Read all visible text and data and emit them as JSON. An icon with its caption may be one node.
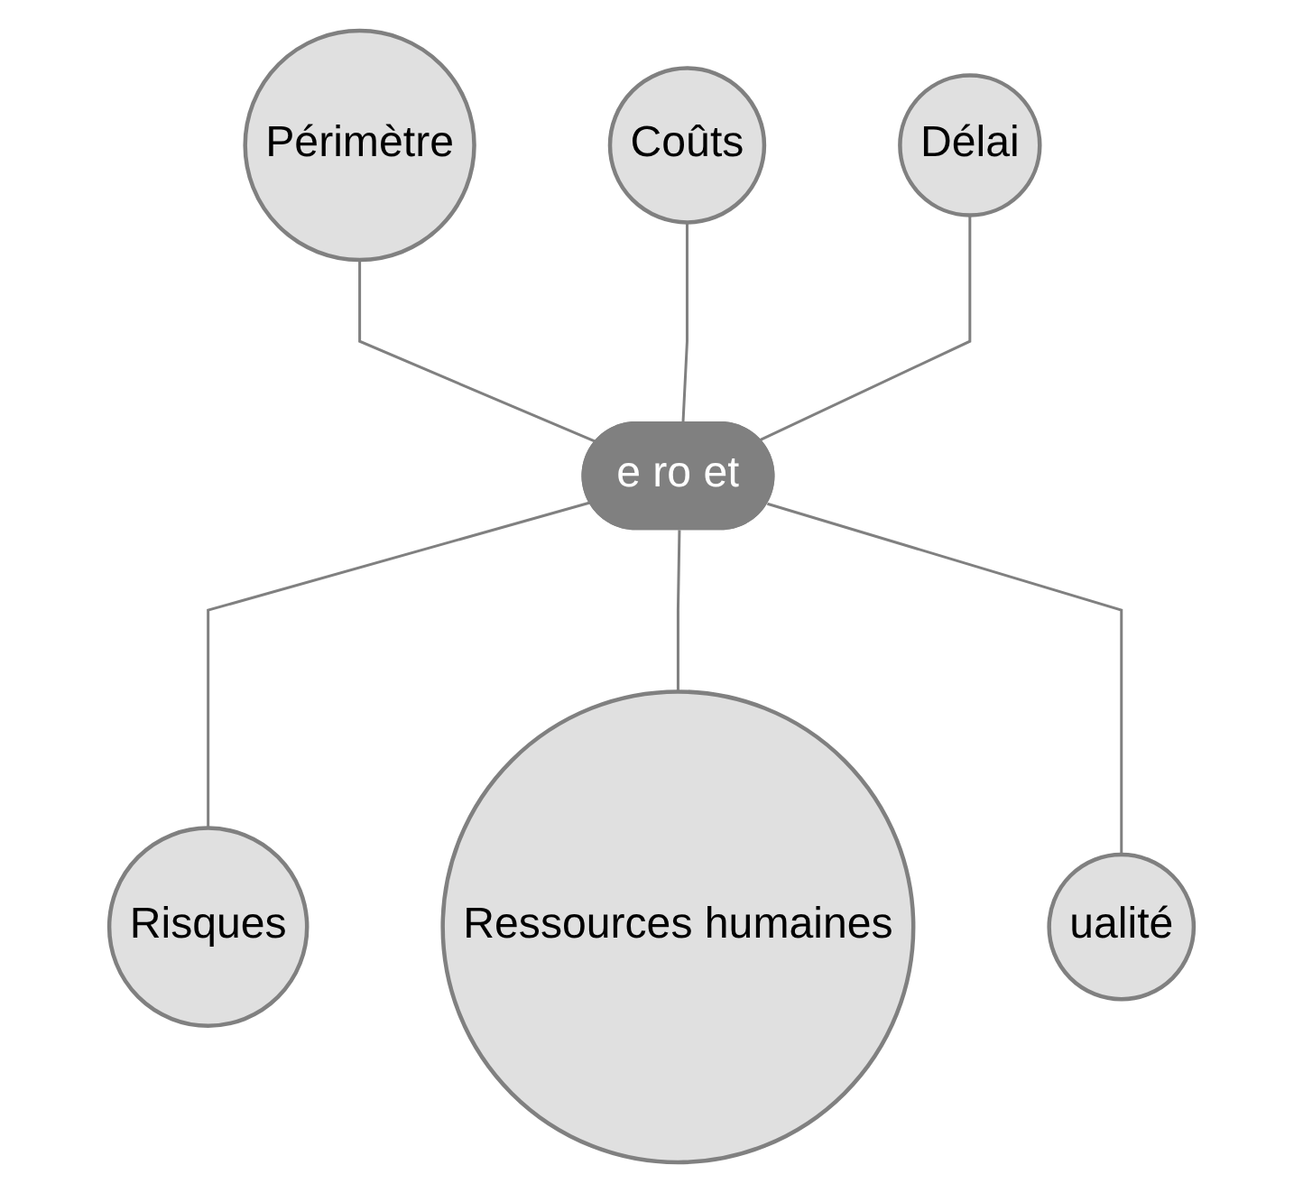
{
  "diagram": {
    "nodes": [
      {
        "text": [
          "Périmètre"
        ]
      },
      {
        "text": [
          "Coûts"
        ]
      },
      {
        "text": [
          "Délai"
        ]
      },
      {
        "text": [
          "e ro et"
        ]
      },
      {
        "text": [
          "Risques"
        ]
      },
      {
        "text": [
          "Ressources humaines"
        ]
      },
      {
        "text": [
          "ualité"
        ]
      }
    ],
    "edges": [
      {
        "from": 0,
        "to": 3,
        "arrow": "none"
      },
      {
        "from": 1,
        "to": 3,
        "arrow": "none"
      },
      {
        "from": 2,
        "to": 3,
        "arrow": "none"
      },
      {
        "from": 3,
        "to": 4,
        "arrow": "none"
      },
      {
        "from": 3,
        "to": 5,
        "arrow": "none"
      },
      {
        "from": 3,
        "to": 6,
        "arrow": "none"
      }
    ]
  }
}
